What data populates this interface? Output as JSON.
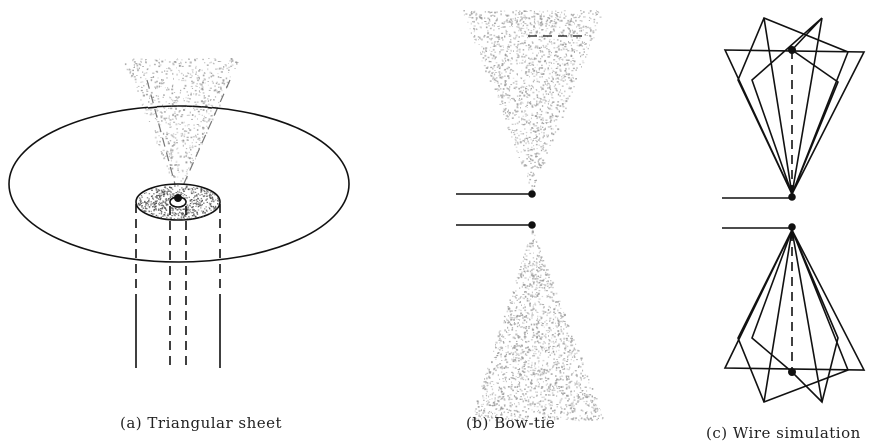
{
  "panels": {
    "a": {
      "caption": "(a)  Triangular sheet"
    },
    "b": {
      "caption": "(b)  Bow-tie"
    },
    "c": {
      "caption": "(c)  Wire simulation"
    }
  },
  "colors": {
    "ink": "#111111",
    "speckle": "#9a9a9a",
    "background": "#ffffff"
  }
}
